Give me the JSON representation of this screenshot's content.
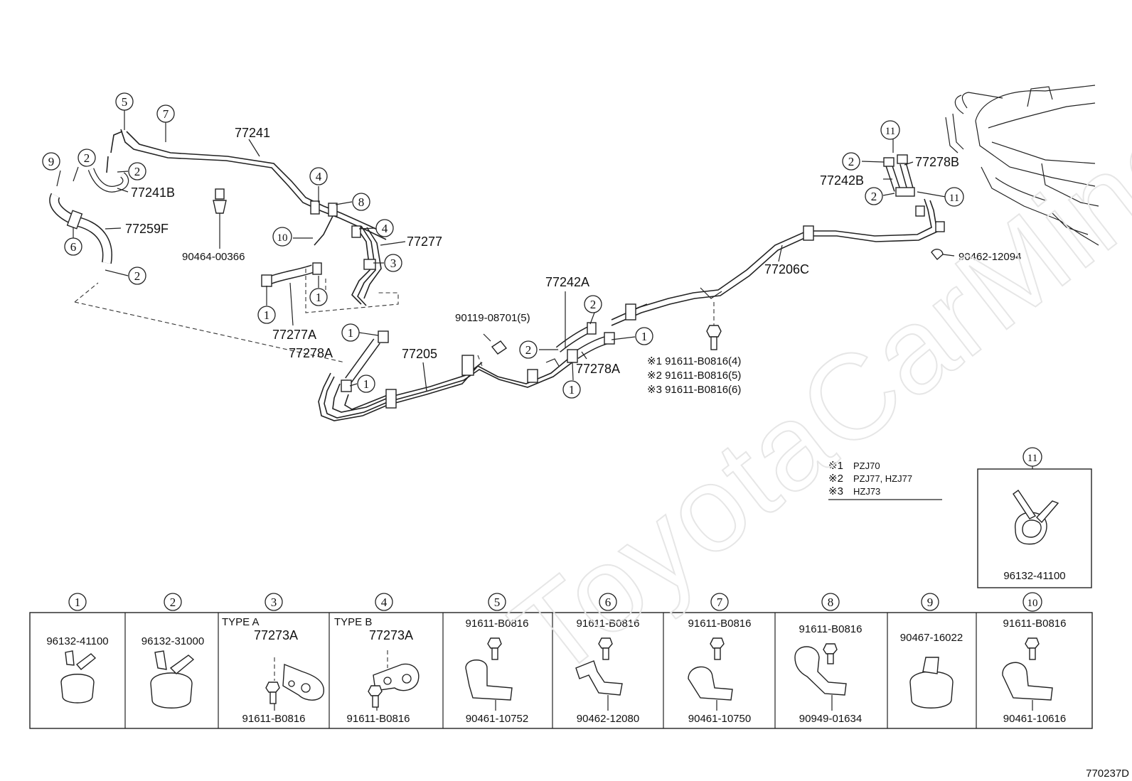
{
  "diagram_code": "770237D",
  "watermark": "ToyotaCarMine.ru",
  "callouts": {
    "c1": "1",
    "c2": "2",
    "c3": "3",
    "c4": "4",
    "c5": "5",
    "c6": "6",
    "c7": "7",
    "c8": "8",
    "c9": "9",
    "c10": "10",
    "c11": "11"
  },
  "labels": {
    "p77241": "77241",
    "p77241B": "77241B",
    "p77259F": "77259F",
    "p90464_00366": "90464-00366",
    "p77277": "77277",
    "p77277A": "77277A",
    "p77278A_left": "77278A",
    "p77205": "77205",
    "p90119": "90119-08701(5)",
    "p77242A": "77242A",
    "p77278A_mid": "77278A",
    "p77206C": "77206C",
    "p77242B": "77242B",
    "p77278B": "77278B",
    "p90462_12094": "90462-12094",
    "bolt_note_1": "※1 91611-B0816(4)",
    "bolt_note_2": "※2 91611-B0816(5)",
    "bolt_note_3": "※3 91611-B0816(6)"
  },
  "model_notes": [
    {
      "mark": "※1",
      "text": "PZJ70"
    },
    {
      "mark": "※2",
      "text": "PZJ77, HZJ77"
    },
    {
      "mark": "※3",
      "text": "HZJ73"
    }
  ],
  "detail_11": {
    "num": "11",
    "part": "96132-41100"
  },
  "legend": [
    {
      "num": "1",
      "type": "",
      "top": "96132-41100",
      "part": "",
      "bottom": ""
    },
    {
      "num": "2",
      "type": "",
      "top": "96132-31000",
      "part": "",
      "bottom": ""
    },
    {
      "num": "3",
      "type": "TYPE A",
      "top": "",
      "part": "77273A",
      "bottom": "91611-B0816"
    },
    {
      "num": "4",
      "type": "TYPE B",
      "top": "",
      "part": "77273A",
      "bottom": "91611-B0816"
    },
    {
      "num": "5",
      "type": "",
      "top": "91611-B0816",
      "part": "",
      "bottom": "90461-10752"
    },
    {
      "num": "6",
      "type": "",
      "top": "91611-B0816",
      "part": "",
      "bottom": "90462-12080"
    },
    {
      "num": "7",
      "type": "",
      "top": "91611-B0816",
      "part": "",
      "bottom": "90461-10750"
    },
    {
      "num": "8",
      "type": "",
      "top": "91611-B0816",
      "part": "",
      "bottom": "90949-01634"
    },
    {
      "num": "9",
      "type": "",
      "top": "90467-16022",
      "part": "",
      "bottom": ""
    },
    {
      "num": "10",
      "type": "",
      "top": "91611-B0816",
      "part": "",
      "bottom": "90461-10616"
    }
  ]
}
